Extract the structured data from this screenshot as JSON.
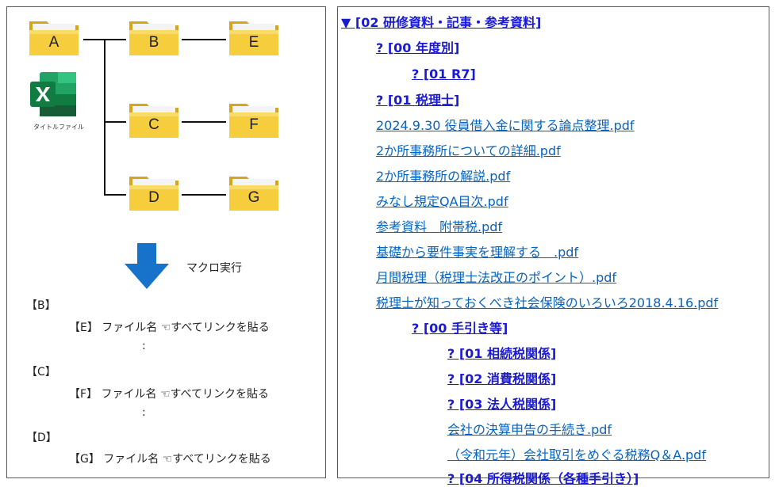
{
  "left": {
    "folders": [
      {
        "id": "a",
        "label": "A"
      },
      {
        "id": "b",
        "label": "B"
      },
      {
        "id": "e",
        "label": "E"
      },
      {
        "id": "c",
        "label": "C"
      },
      {
        "id": "f",
        "label": "F"
      },
      {
        "id": "d",
        "label": "D"
      },
      {
        "id": "g",
        "label": "G"
      }
    ],
    "excel_caption": "タイトルファイル",
    "macro_label": "マクロ実行",
    "output": {
      "b_heading": "【B】",
      "e_line": "【E】 ファイル名 ☜すべてリンクを貼る",
      "e_cont": ":",
      "c_heading": "【C】",
      "f_line": "【F】 ファイル名 ☜すべてリンクを貼る",
      "f_cont": ":",
      "d_heading": "【D】",
      "g_line": "【G】 ファイル名 ☜すべてリンクを貼る"
    }
  },
  "right": {
    "rows": [
      {
        "text": "▼ [02 研修資料・記事・参考資料]",
        "kind": "root"
      },
      {
        "text": "? [00 年度別]",
        "kind": "folder"
      },
      {
        "text": "? [01 R7]",
        "kind": "folder"
      },
      {
        "text": "? [01 税理士]",
        "kind": "folder"
      },
      {
        "text": "2024.9.30 役員借入金に関する論点整理.pdf",
        "kind": "file"
      },
      {
        "text": "2か所事務所についての詳細.pdf",
        "kind": "file"
      },
      {
        "text": "2か所事務所の解説.pdf",
        "kind": "file"
      },
      {
        "text": "みなし規定QA目次.pdf",
        "kind": "file"
      },
      {
        "text": "参考資料　附帯税.pdf",
        "kind": "file"
      },
      {
        "text": "基礎から要件事実を理解する　.pdf",
        "kind": "file"
      },
      {
        "text": "月間税理（税理士法改正のポイント）.pdf",
        "kind": "file"
      },
      {
        "text": "税理士が知っておくべき社会保険のいろいろ2018.4.16.pdf",
        "kind": "file"
      },
      {
        "text": "? [00 手引き等]",
        "kind": "folder"
      },
      {
        "text": "? [01 相続税関係]",
        "kind": "folder"
      },
      {
        "text": "? [02 消費税関係]",
        "kind": "folder"
      },
      {
        "text": "? [03 法人税関係]",
        "kind": "folder"
      },
      {
        "text": "会社の決算申告の手続き.pdf",
        "kind": "file"
      },
      {
        "text": "（令和元年）会社取引をめぐる税務Q＆A.pdf",
        "kind": "file"
      },
      {
        "text": "? [04 所得税関係（各種手引き）]",
        "kind": "folder"
      }
    ]
  }
}
